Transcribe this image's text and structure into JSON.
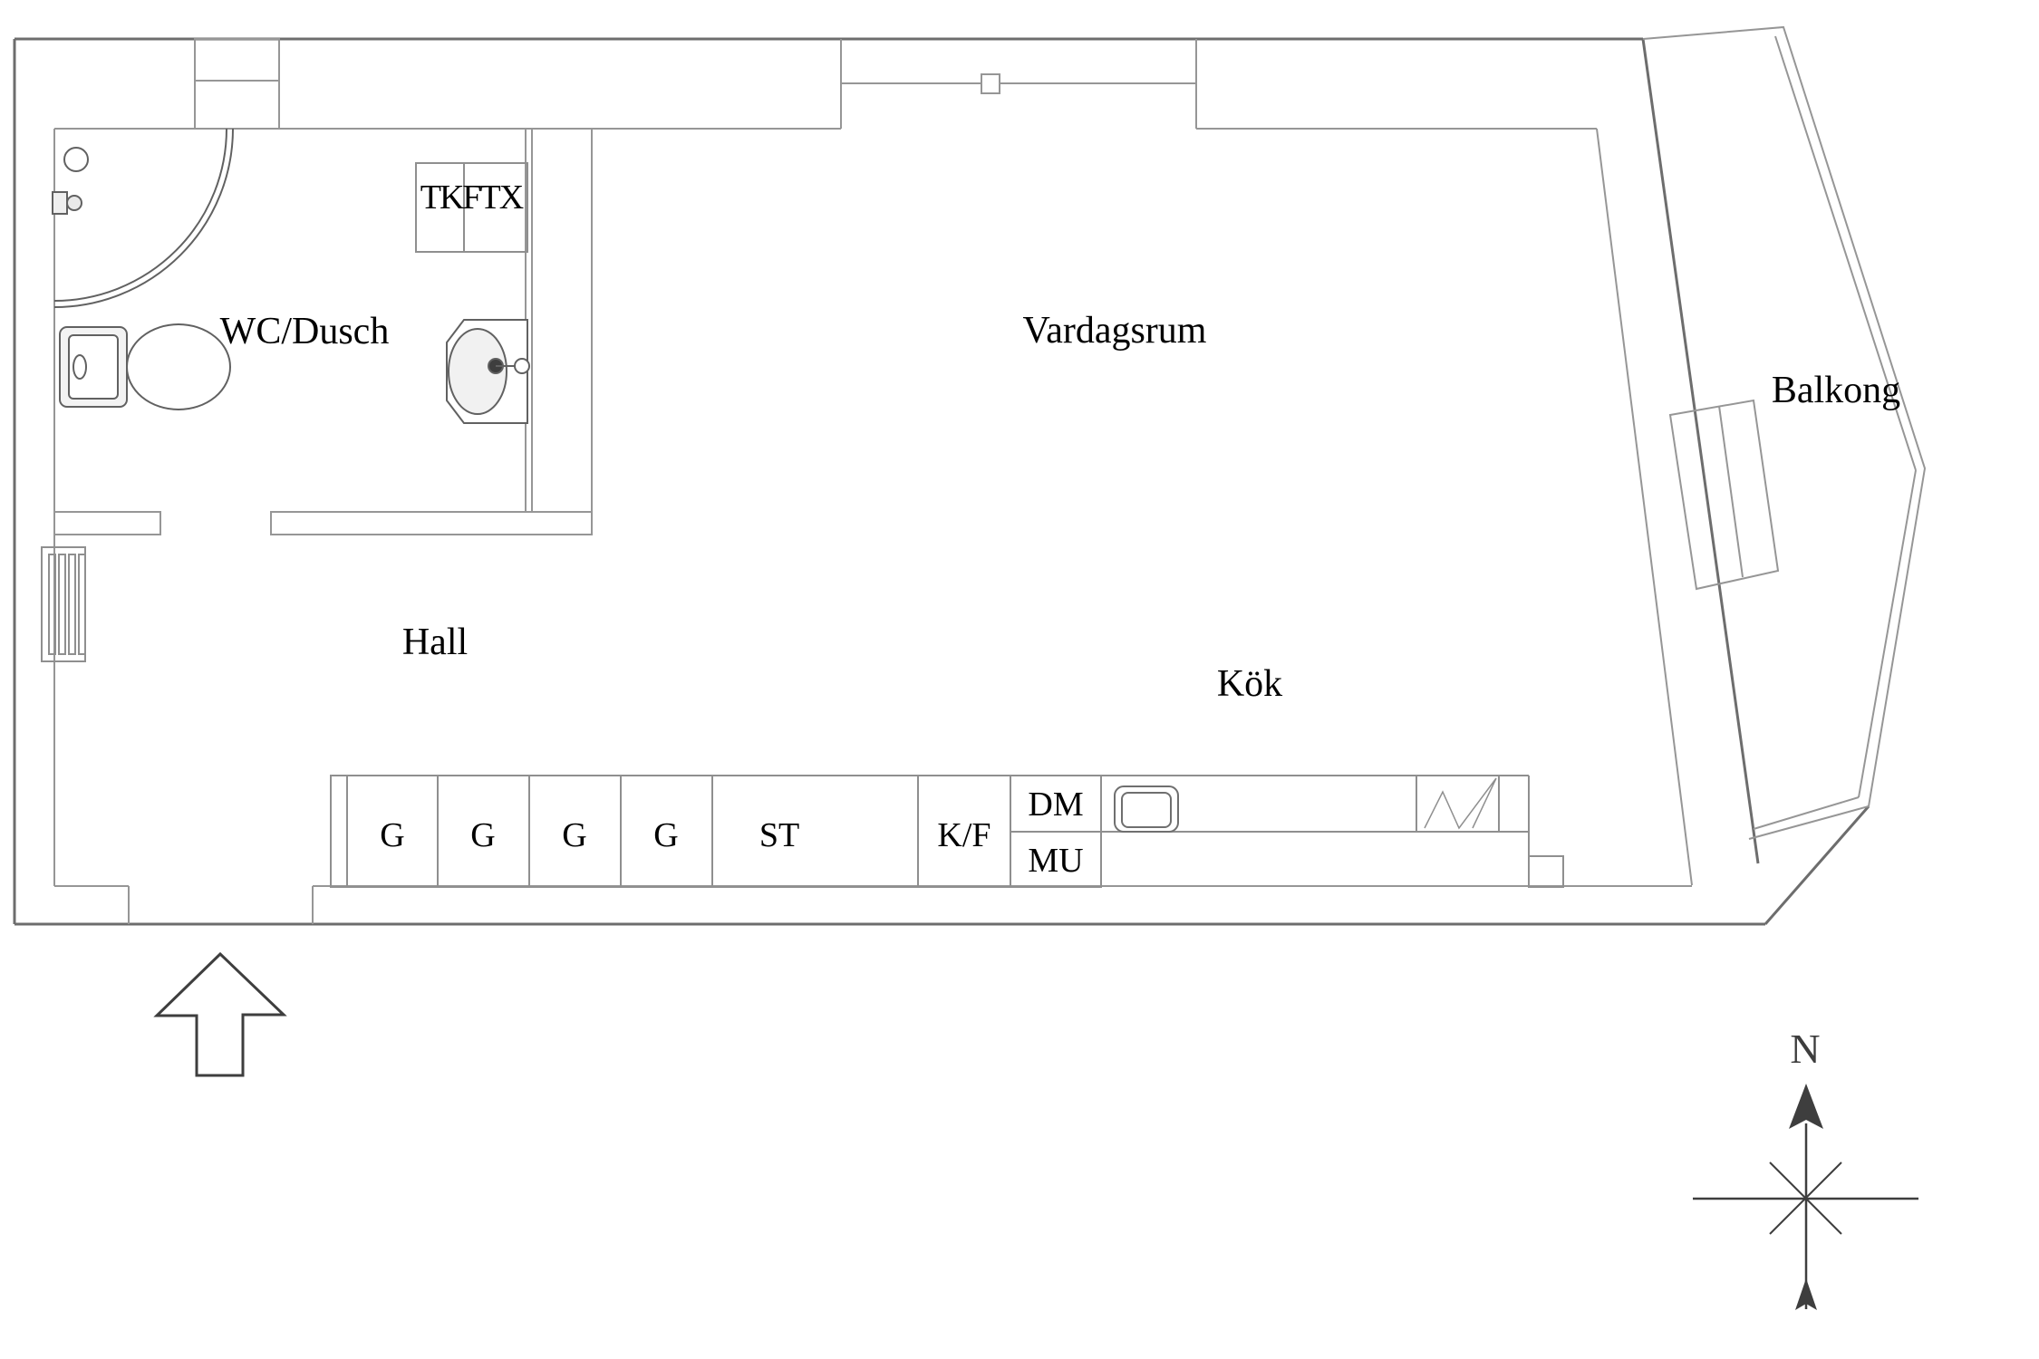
{
  "plan": {
    "rooms": {
      "wc": "WC/Dusch",
      "living_room": "Vardagsrum",
      "hall": "Hall",
      "kitchen": "Kök",
      "balcony": "Balkong"
    },
    "wall_cabinet": "TKFTX",
    "closets": [
      {
        "label": "G"
      },
      {
        "label": "G"
      },
      {
        "label": "G"
      },
      {
        "label": "G"
      },
      {
        "label": "ST"
      },
      {
        "label": "K/F"
      }
    ],
    "kitchen_units": {
      "dishwasher": "DM",
      "mu": "MU"
    },
    "compass": {
      "north": "N"
    },
    "colors": {
      "background": "#ffffff",
      "outer_wall": "#6d6d6d",
      "inner_wall": "#969696",
      "fixture": "#616161",
      "text": "#000000",
      "compass": "#3e3e3e"
    }
  }
}
